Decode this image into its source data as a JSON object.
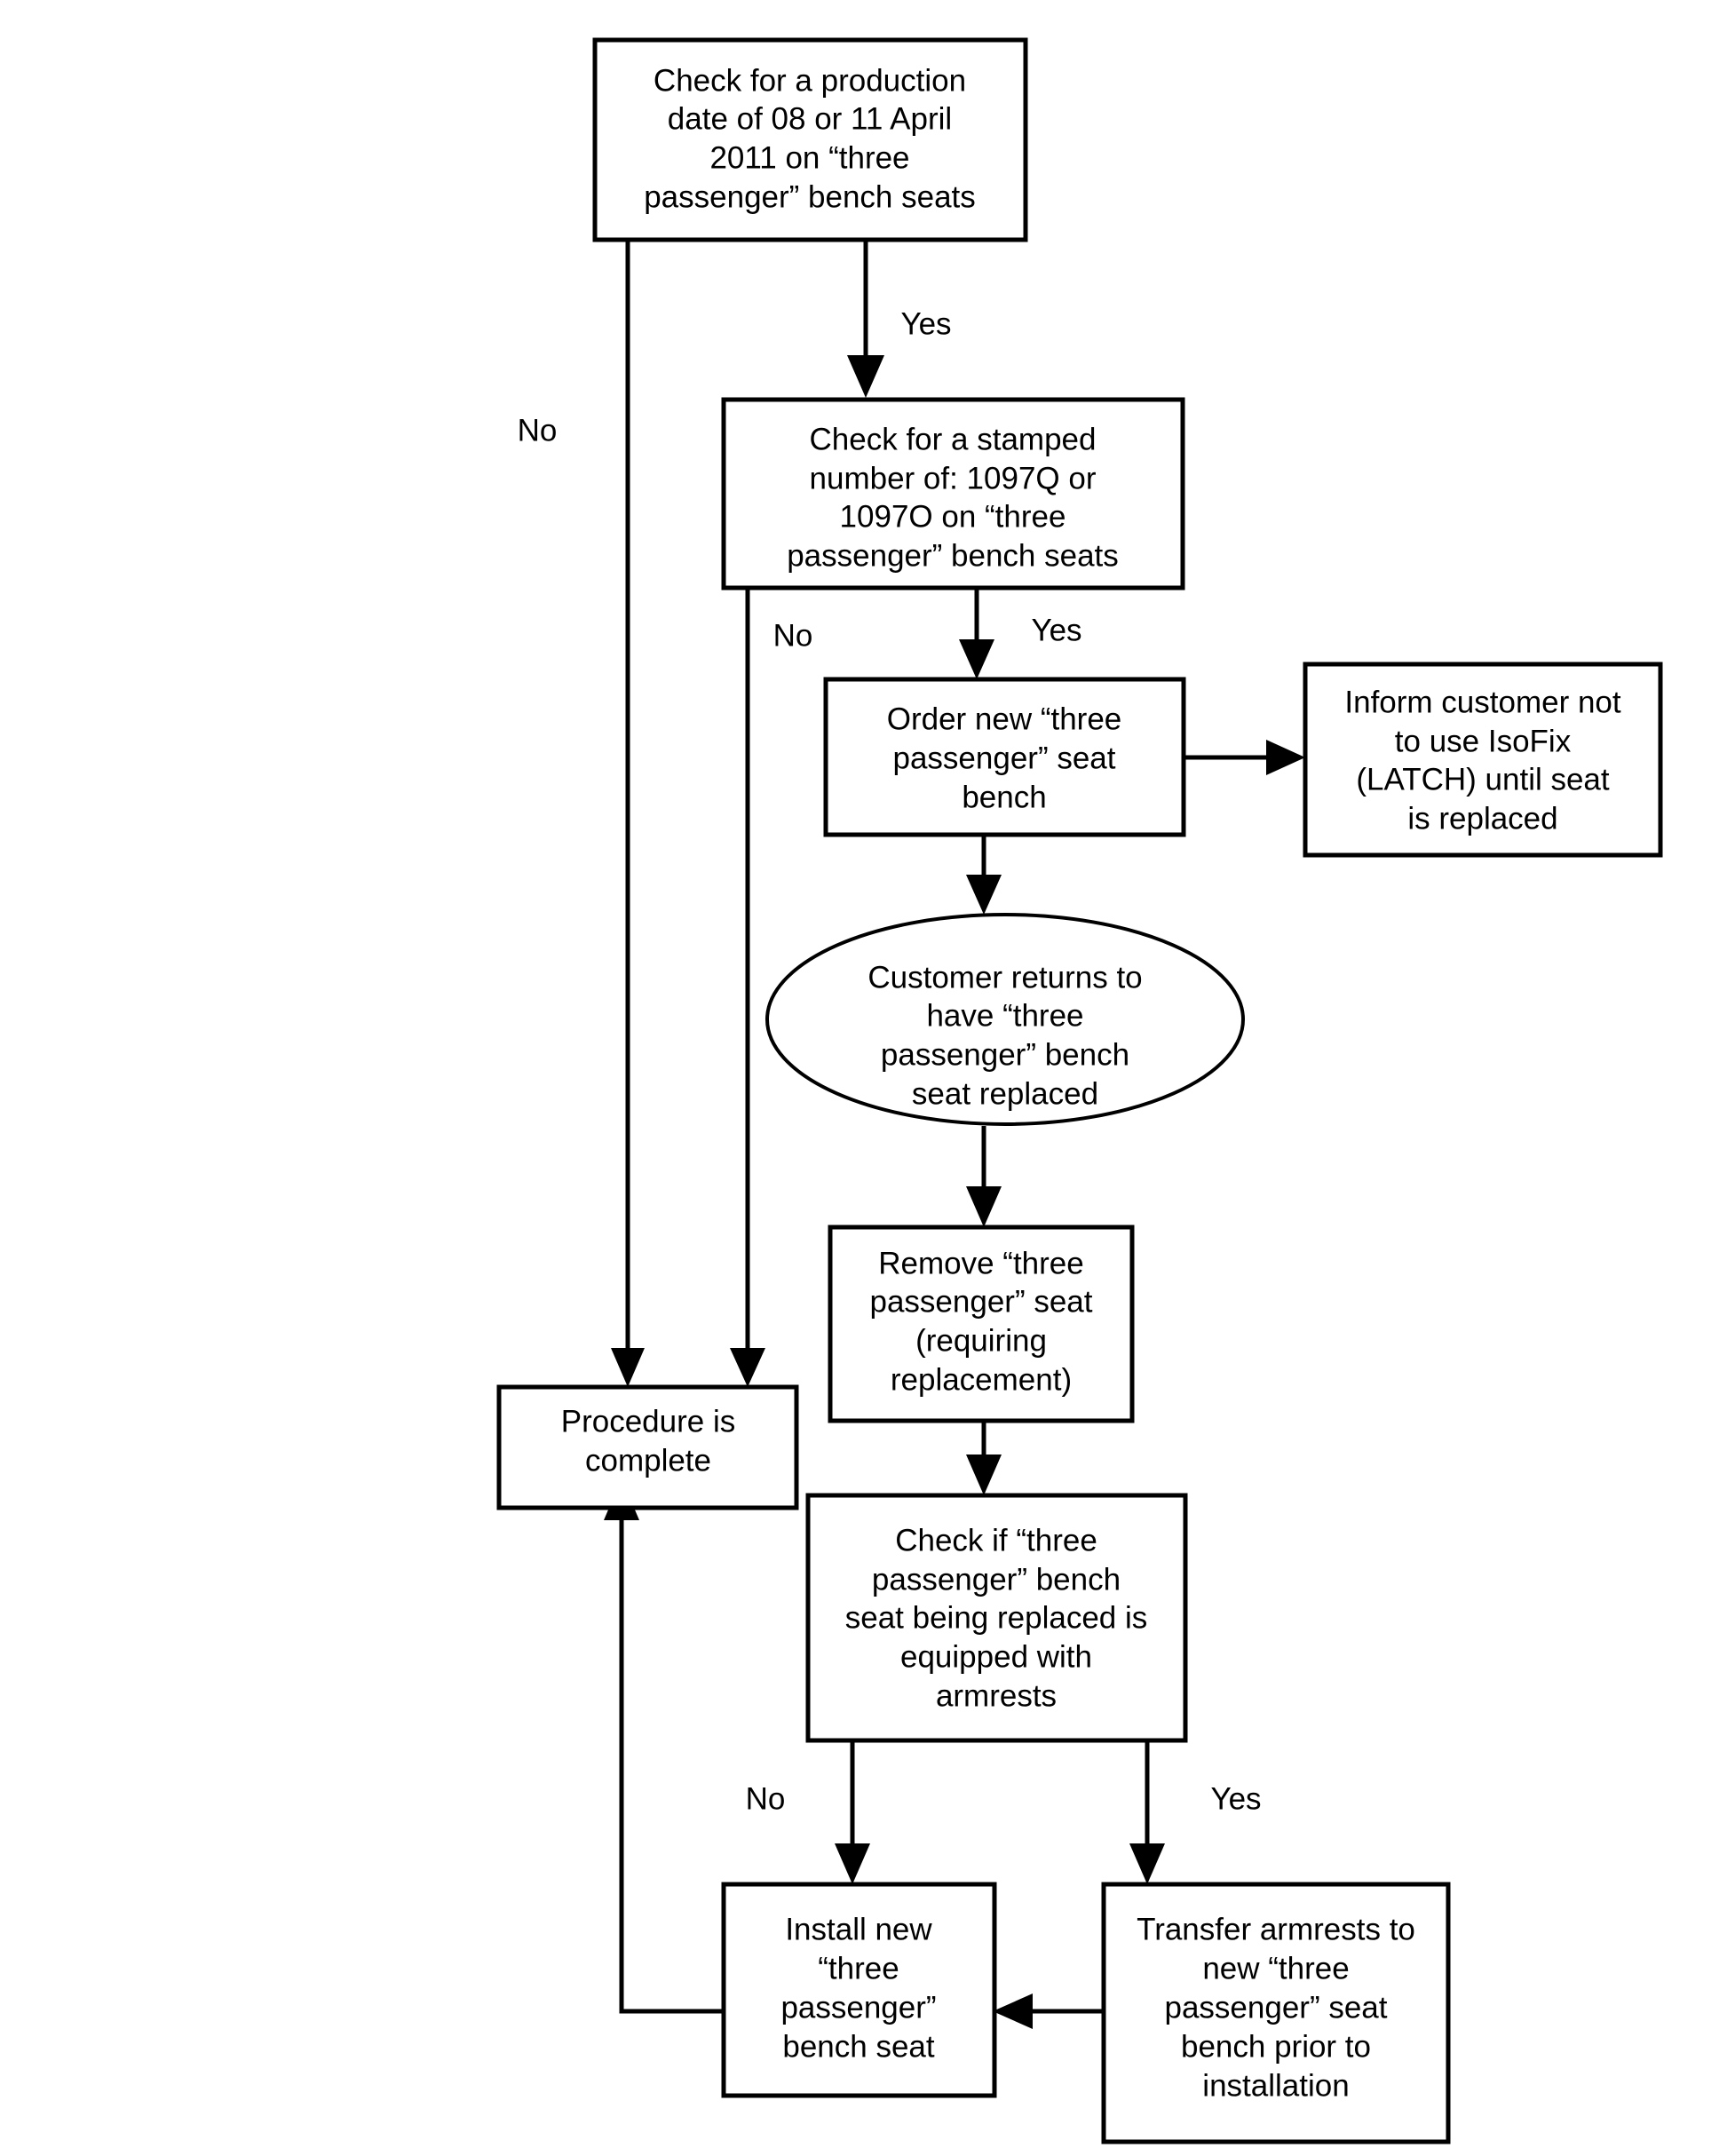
{
  "diagram": {
    "title": "Three passenger bench seat replacement procedure flowchart",
    "type": "flowchart",
    "background_color": "#ffffff",
    "line_color": "#000000",
    "text_color": "#000000",
    "nodes": [
      {
        "id": "check-production-date",
        "shape": "rectangle",
        "lines": [
          "Check for a production",
          "date of 08 or 11 April",
          "2011 on “three",
          "passenger” bench seats"
        ]
      },
      {
        "id": "check-stamped-number",
        "shape": "rectangle",
        "lines": [
          "Check for a stamped",
          "number of: 1097Q or",
          "1097O on “three",
          "passenger” bench seats"
        ]
      },
      {
        "id": "order-new-bench",
        "shape": "rectangle",
        "lines": [
          "Order new “three",
          "passenger” seat",
          "bench"
        ]
      },
      {
        "id": "inform-customer",
        "shape": "rectangle",
        "lines": [
          "Inform customer not",
          "to use IsoFix",
          "(LATCH) until seat",
          "is replaced"
        ]
      },
      {
        "id": "customer-returns",
        "shape": "ellipse",
        "lines": [
          "Customer returns to",
          "have “three",
          "passenger” bench",
          "seat replaced"
        ]
      },
      {
        "id": "remove-seat",
        "shape": "rectangle",
        "lines": [
          "Remove “three",
          "passenger” seat",
          "(requiring",
          "replacement)"
        ]
      },
      {
        "id": "procedure-complete",
        "shape": "rectangle",
        "lines": [
          "Procedure is",
          "complete"
        ]
      },
      {
        "id": "check-armrests",
        "shape": "rectangle",
        "lines": [
          "Check if “three",
          "passenger” bench",
          "seat being replaced is",
          "equipped with",
          "armrests"
        ]
      },
      {
        "id": "install-new-bench",
        "shape": "rectangle",
        "lines": [
          "Install new",
          "“three",
          "passenger”",
          "bench seat"
        ]
      },
      {
        "id": "transfer-armrests",
        "shape": "rectangle",
        "lines": [
          "Transfer armrests to",
          "new “three",
          "passenger” seat",
          "bench prior to",
          "installation"
        ]
      }
    ],
    "edge_labels": {
      "date_no": "No",
      "date_yes": "Yes",
      "stamp_no": "No",
      "stamp_yes": "Yes",
      "armrest_no": "No",
      "armrest_yes": "Yes"
    }
  }
}
